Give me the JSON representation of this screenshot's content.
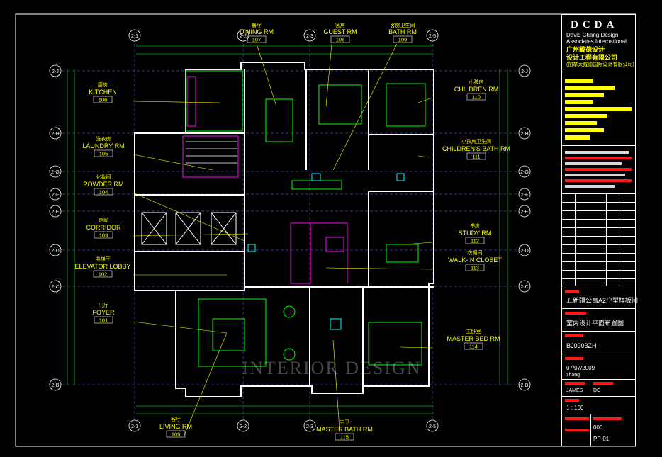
{
  "title_block": {
    "logo": "DCDA",
    "firm_en_1": "David Chang Design",
    "firm_en_2": "Associates International",
    "firm_cn_1": "广州戴德设计",
    "firm_cn_2": "设计工程有限公司",
    "firm_cn_3": "(加拿大戴德国际设计有限公司)",
    "project_name": "五新疆公寓A2户型样板间",
    "drawing_title": "室内设计平面布置图",
    "drawing_code": "BJ0903ZH",
    "date": "07/07/2009",
    "drawn": "zhang",
    "checked_1": "JAMES",
    "checked_2": "DC",
    "scale": "1 : 100",
    "number": "000",
    "sheet": "PP-01"
  },
  "rooms": [
    {
      "cn": "餐厅",
      "en": "DINING RM",
      "no": "107"
    },
    {
      "cn": "客房",
      "en": "GUEST RM",
      "no": "108"
    },
    {
      "cn": "客房卫生间",
      "en": "BATH RM",
      "no": "109"
    },
    {
      "cn": "厨房",
      "en": "KITCHEN",
      "no": "106"
    },
    {
      "cn": "小孩房",
      "en": "CHILDREN RM",
      "no": "110"
    },
    {
      "cn": "洗衣房",
      "en": "LAUNDRY RM",
      "no": "105"
    },
    {
      "cn": "小孩房卫生间",
      "en": "CHILDREN'S BATH RM",
      "no": "111"
    },
    {
      "cn": "化妆间",
      "en": "POWDER RM",
      "no": "104"
    },
    {
      "cn": "走廊",
      "en": "CORRIDOR",
      "no": "103"
    },
    {
      "cn": "书房",
      "en": "STUDY RM",
      "no": "112"
    },
    {
      "cn": "衣帽间",
      "en": "WALK-IN CLOSET",
      "no": "113"
    },
    {
      "cn": "电梯厅",
      "en": "ELEVATOR LOBBY",
      "no": "102"
    },
    {
      "cn": "门厅",
      "en": "FOYER",
      "no": "101"
    },
    {
      "cn": "主卧室",
      "en": "MASTER BED RM",
      "no": "114"
    },
    {
      "cn": "客厅",
      "en": "LIVING RM",
      "no": "109"
    },
    {
      "cn": "主卫",
      "en": "MASTER BATH RM",
      "no": "115"
    }
  ],
  "grid_top": [
    "2-1",
    "2-2",
    "2-3",
    "2-5"
  ],
  "grid_bottom": [
    "2-1",
    "2-2",
    "2-3",
    "2-5"
  ],
  "grid_left": [
    "2-J",
    "2-H",
    "2-G",
    "2-F",
    "2-E",
    "2-D",
    "2-C",
    "2-B"
  ],
  "grid_right": [
    "2-J",
    "2-H",
    "2-G",
    "2-F",
    "2-E",
    "2-D",
    "2-C",
    "2-B"
  ],
  "watermark": "INTERIOR DESIGN",
  "colors": {
    "yellow": "#ffff00",
    "cyan": "#00ffff",
    "green": "#00ff00",
    "magenta": "#ff00ff",
    "red": "#ff2020",
    "white": "#ffffff"
  }
}
